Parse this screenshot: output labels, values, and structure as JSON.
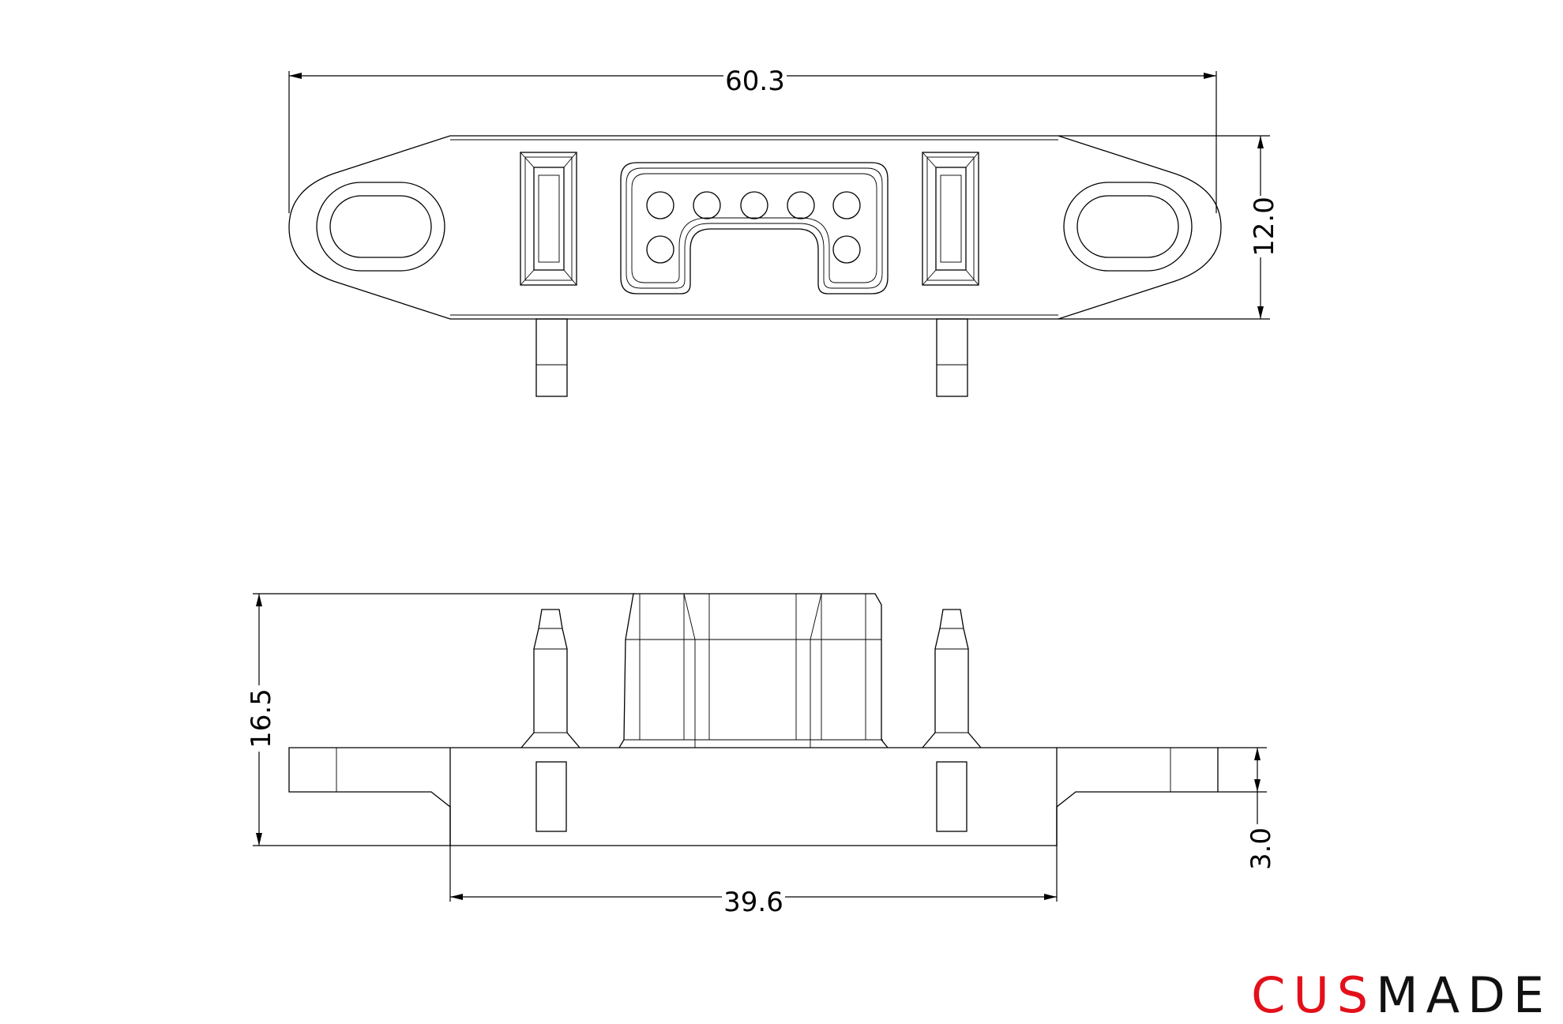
{
  "dimensions": {
    "overall_length": "60.3",
    "overall_height": "12.0",
    "side_height": "16.5",
    "base_width": "39.6",
    "flange_thickness": "3.0"
  },
  "logo": {
    "part_red": "CUS",
    "part_dark": "MADE",
    "colors": {
      "red": "#e3101a",
      "dark": "#111111"
    }
  }
}
